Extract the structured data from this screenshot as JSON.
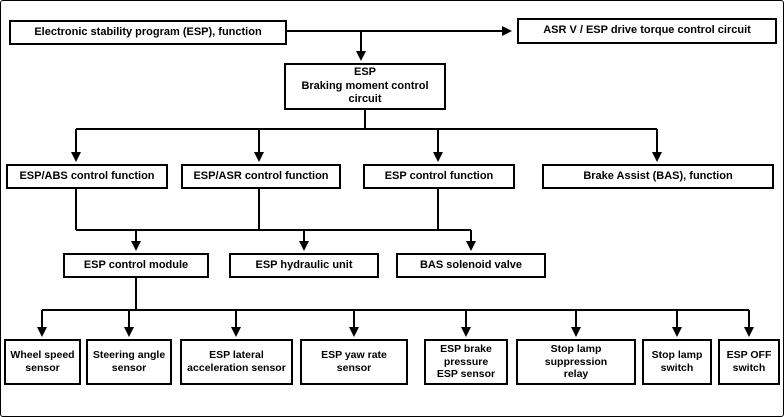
{
  "diagram": {
    "nodes": {
      "esp_function": "Electronic stability program (ESP), function",
      "asr_v": "ASR V / ESP drive torque control circuit",
      "braking_moment": "ESP\nBraking moment control\ncircuit",
      "esp_abs": "ESP/ABS control function",
      "esp_asr": "ESP/ASR control function",
      "esp_control": "ESP control function",
      "brake_assist": "Brake Assist (BAS), function",
      "esp_module": "ESP control module",
      "esp_hydraulic": "ESP hydraulic unit",
      "bas_solenoid": "BAS solenoid valve",
      "wheel_speed": "Wheel speed\nsensor",
      "steering_angle": "Steering angle\nsensor",
      "esp_lateral": "ESP lateral\nacceleration sensor",
      "esp_yaw": "ESP yaw rate\nsensor",
      "esp_brake_pressure": "ESP brake\npressure\nESP sensor",
      "stop_lamp_suppression": "Stop lamp\nsuppression\nrelay",
      "stop_lamp_switch": "Stop lamp\nswitch",
      "esp_off": "ESP OFF\nswitch"
    },
    "colors": {
      "line": "#000000",
      "box_background": "#ffffff",
      "box_border": "#000000"
    }
  }
}
